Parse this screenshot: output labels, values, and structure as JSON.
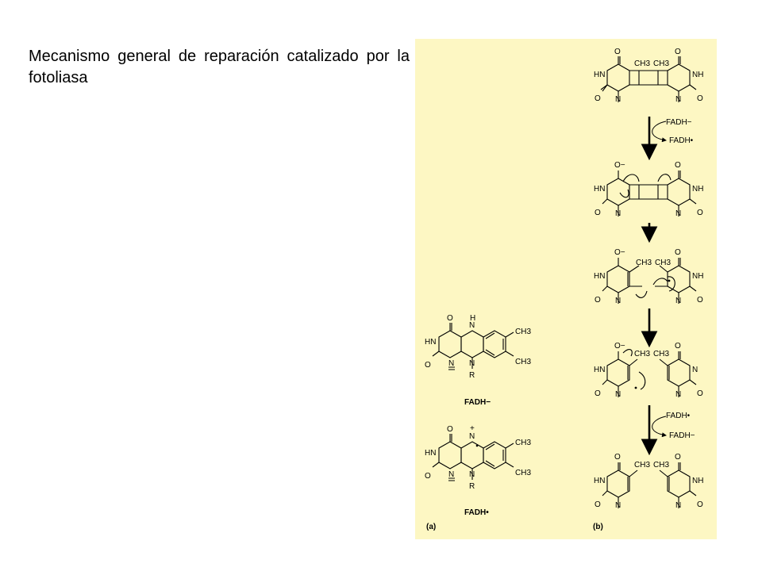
{
  "title": "Mecanismo general de reparación catalizado por la fotoliasa",
  "panel": {
    "background": "#fdf7c3",
    "label_a": "(a)",
    "label_b": "(b)",
    "cofactor_1": "FADH−",
    "cofactor_2": "FADH•",
    "step1_in": "FADH−",
    "step1_out": "FADH•",
    "step4_in": "FADH•",
    "step4_out": "FADH−",
    "atoms": {
      "O": "O",
      "O_minus": "O−",
      "HN": "HN",
      "NH": "NH",
      "N": "N",
      "H": "H",
      "R": "R",
      "CH3": "CH3",
      "plus": "+"
    }
  }
}
